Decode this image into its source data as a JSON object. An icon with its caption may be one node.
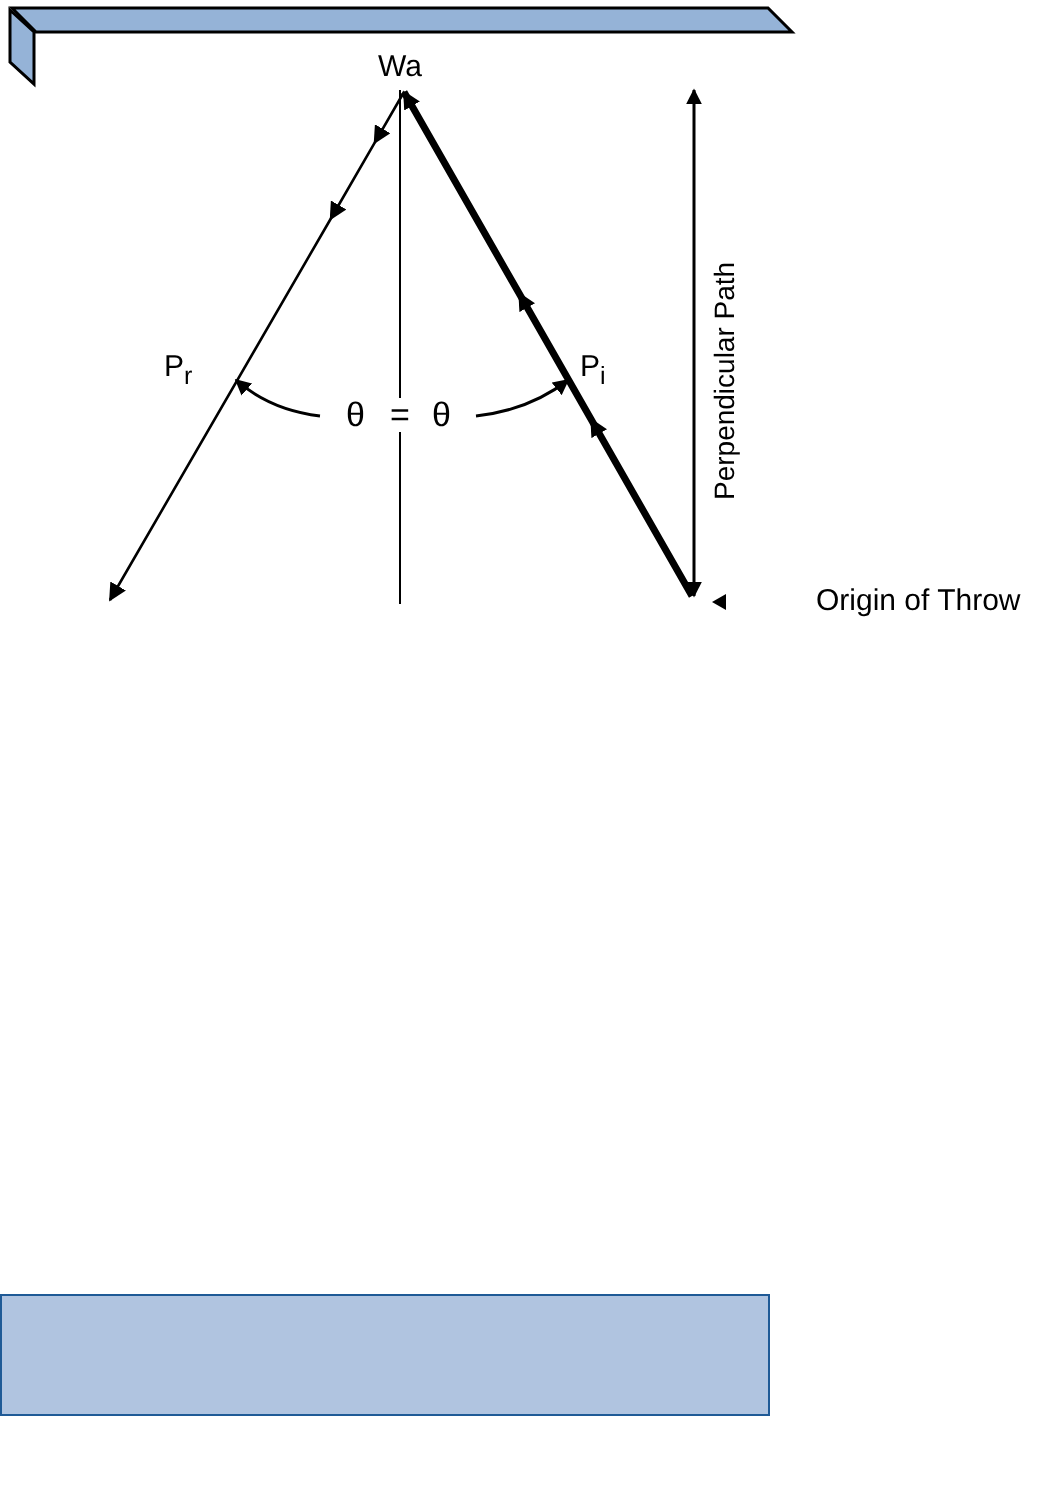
{
  "diagram": {
    "nodes": [
      {
        "text": [
          "Wa"
        ]
      },
      {
        "text": [
          "Origin of Throw"
        ]
      },
      {
        "text": [],
        "shape": "box"
      }
    ],
    "edges": [
      {
        "from": 1,
        "to": 0,
        "arrow": "to",
        "style": "thick"
      },
      {
        "from": 0,
        "to": null,
        "arrow": "to"
      }
    ],
    "labels": [
      "P$_{r}$",
      "P$_{i}$",
      "θ",
      "=",
      "θ",
      "Perpendicular Path"
    ]
  }
}
